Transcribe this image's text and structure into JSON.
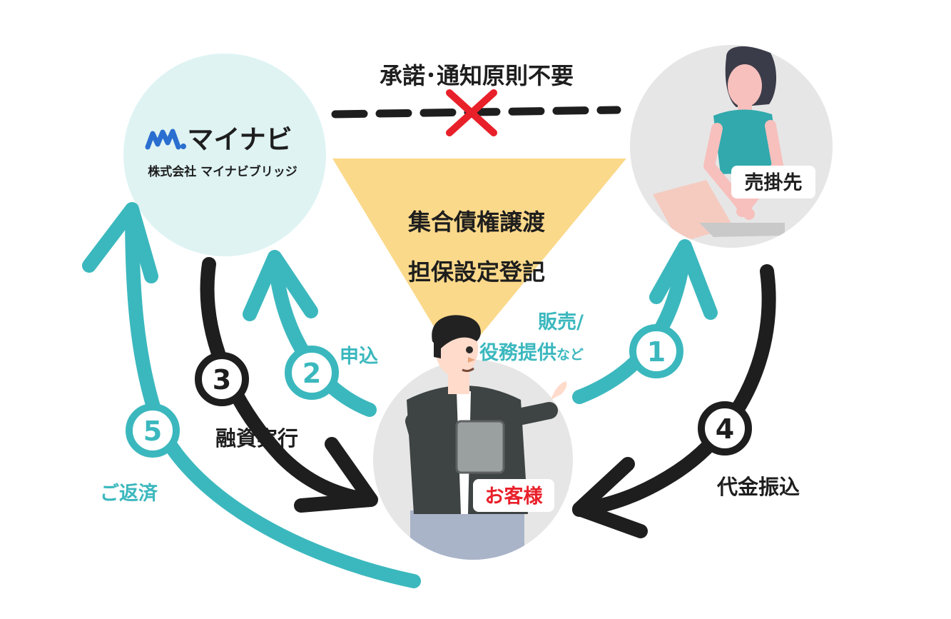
{
  "colors": {
    "teal": "#3bb8be",
    "black": "#1e1e1e",
    "red": "#e8202a",
    "funnel": "#fbd98a",
    "lender_bg": "#dff3f3",
    "person_bg": "#e6e6e6",
    "brand_blue": "#2a6fd0"
  },
  "header": {
    "no_consent_label": "承諾･通知原則不要"
  },
  "funnel": {
    "line1": "集合債権譲渡",
    "line2": "担保設定登記"
  },
  "lender": {
    "logo_text": "マイナビ",
    "company_name": "株式会社 マイナビブリッジ",
    "logo_icon": "mynavi-logo-icon"
  },
  "customer_label": "お客様",
  "buyer_label": "売掛先",
  "steps": [
    {
      "number": "1",
      "label_line1": "販売/",
      "label_line2": "役務提供",
      "label_suffix": "など"
    },
    {
      "number": "2",
      "label": "申込"
    },
    {
      "number": "3",
      "label": "融資実行"
    },
    {
      "number": "4",
      "label": "代金振込"
    },
    {
      "number": "5",
      "label": "ご返済"
    }
  ]
}
